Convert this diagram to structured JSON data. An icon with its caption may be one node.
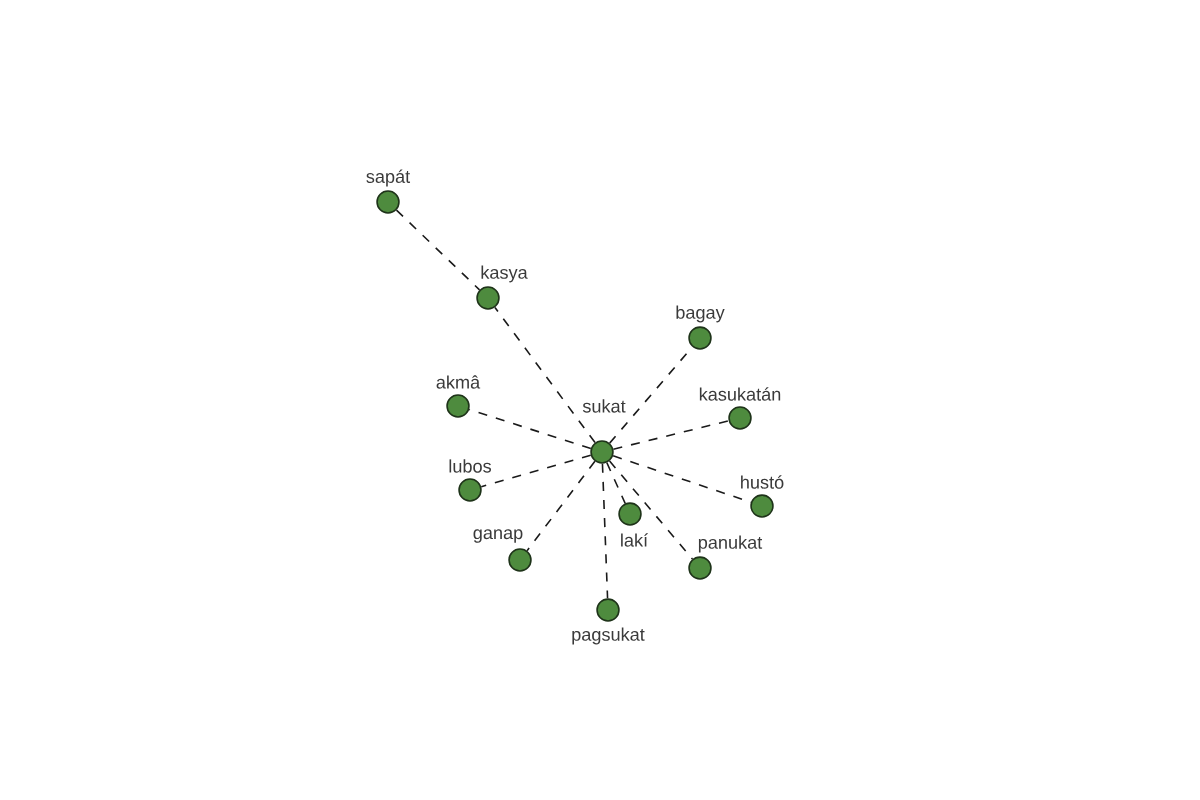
{
  "diagram": {
    "nodes": [
      {
        "text": [
          "sapát"
        ]
      },
      {
        "text": [
          "kasya"
        ]
      },
      {
        "text": [
          "bagay"
        ]
      },
      {
        "text": [
          "akmâ"
        ]
      },
      {
        "text": [
          "kasukatán"
        ]
      },
      {
        "text": [
          "sukat"
        ]
      },
      {
        "text": [
          "lubos"
        ]
      },
      {
        "text": [
          "hustó"
        ]
      },
      {
        "text": [
          "lakí"
        ]
      },
      {
        "text": [
          "ganap"
        ]
      },
      {
        "text": [
          "panukat"
        ]
      },
      {
        "text": [
          "pagsukat"
        ]
      }
    ],
    "edges": [
      {
        "from": 0,
        "to": 1,
        "arrow": "none",
        "style": "dashed"
      },
      {
        "from": 5,
        "to": 1,
        "arrow": "none",
        "style": "dashed"
      },
      {
        "from": 5,
        "to": 2,
        "arrow": "none",
        "style": "dashed"
      },
      {
        "from": 5,
        "to": 3,
        "arrow": "none",
        "style": "dashed"
      },
      {
        "from": 5,
        "to": 4,
        "arrow": "none",
        "style": "dashed"
      },
      {
        "from": 5,
        "to": 6,
        "arrow": "none",
        "style": "dashed"
      },
      {
        "from": 5,
        "to": 7,
        "arrow": "none",
        "style": "dashed"
      },
      {
        "from": 5,
        "to": 8,
        "arrow": "none",
        "style": "dashed"
      },
      {
        "from": 5,
        "to": 9,
        "arrow": "none",
        "style": "dashed"
      },
      {
        "from": 5,
        "to": 10,
        "arrow": "none",
        "style": "dashed"
      },
      {
        "from": 5,
        "to": 11,
        "arrow": "none",
        "style": "dashed"
      }
    ]
  }
}
